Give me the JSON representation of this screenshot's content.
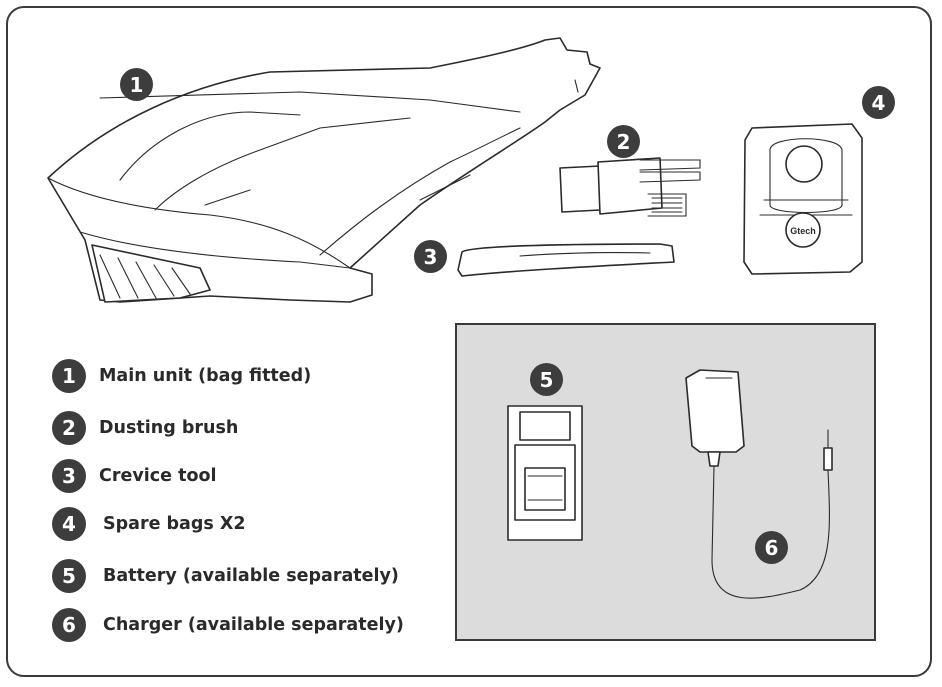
{
  "callouts": [
    {
      "number": "1"
    },
    {
      "number": "2"
    },
    {
      "number": "3"
    },
    {
      "number": "4"
    },
    {
      "number": "5"
    },
    {
      "number": "6"
    }
  ],
  "legend": [
    {
      "number": "1",
      "label": "Main unit (bag fitted)"
    },
    {
      "number": "2",
      "label": "Dusting brush"
    },
    {
      "number": "3",
      "label": "Crevice tool"
    },
    {
      "number": "4",
      "label": "Spare bags X2"
    },
    {
      "number": "5",
      "label": "Battery (available separately)"
    },
    {
      "number": "6",
      "label": "Charger (available separately)"
    }
  ],
  "spare_bag_logo": "Gtech",
  "colors": {
    "badge": "#3d3d3d",
    "accessory_panel": "#dcdcdc",
    "outline": "#2b2b2b"
  }
}
